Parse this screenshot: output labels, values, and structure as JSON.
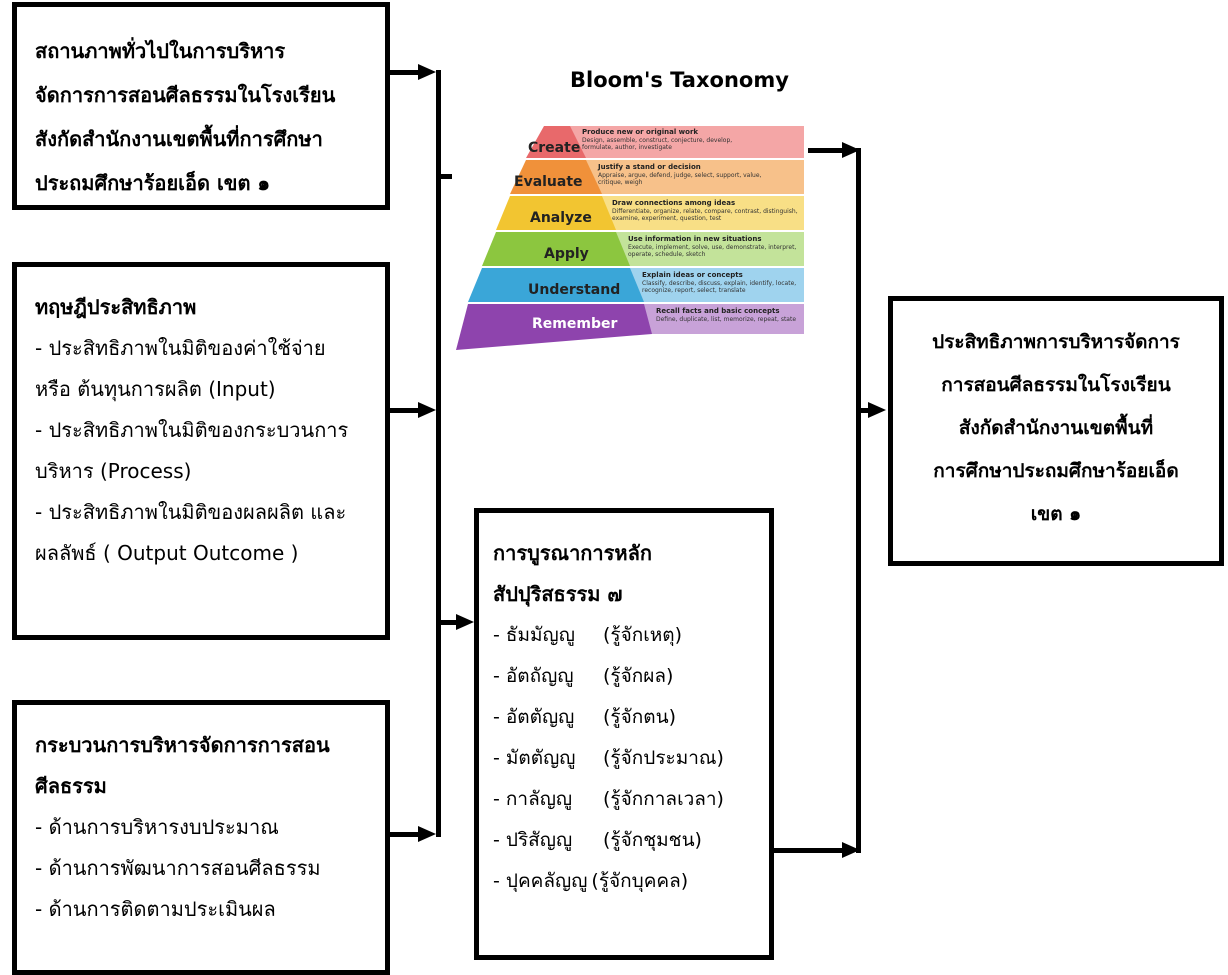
{
  "status_box": {
    "lines": [
      "สถานภาพทั่วไปในการบริหาร",
      "จัดการการสอนศีลธรรมในโรงเรียน",
      "สังกัดสำนักงานเขตพื้นที่การศึกษา",
      "ประถมศึกษาร้อยเอ็ด เขต ๑"
    ]
  },
  "efficiency_box": {
    "title": "ทฤษฎีประสิทธิภาพ",
    "lines": [
      "- ประสิทธิภาพในมิติของค่าใช้จ่าย",
      "หรือ ต้นทุนการผลิต (Input)",
      "- ประสิทธิภาพในมิติของกระบวนการ",
      "บริหาร (Process)",
      "- ประสิทธิภาพในมิติของผลผลิต และ",
      "ผลลัพธ์ ( Output Outcome )"
    ]
  },
  "process_box": {
    "title_lines": [
      "กระบวนการบริหารจัดการการสอน",
      "ศีลธรรม"
    ],
    "lines": [
      "- ด้านการบริหารงบประมาณ",
      "- ด้านการพัฒนาการสอนศีลธรรม",
      "- ด้านการติดตามประเมินผล"
    ]
  },
  "integration_box": {
    "title_lines": [
      "การบูรณาการหลัก",
      "สัปปุริสธรรม ๗"
    ],
    "items": [
      {
        "name": "- ธัมมัญญู",
        "meaning": "(รู้จักเหตุ)"
      },
      {
        "name": "- อัตถัญญู",
        "meaning": "(รู้จักผล)"
      },
      {
        "name": "- อัตตัญญู",
        "meaning": "(รู้จักตน)"
      },
      {
        "name": "- มัตตัญญู",
        "meaning": "(รู้จักประมาณ)"
      },
      {
        "name": "- กาลัญญู",
        "meaning": "(รู้จักกาลเวลา)"
      },
      {
        "name": "- ปริสัญญู",
        "meaning": "(รู้จักชุมชน)"
      },
      {
        "name": "- ปุคคลัญญู",
        "meaning": "(รู้จักบุคคล)"
      }
    ]
  },
  "outcome_box": {
    "lines": [
      "ประสิทธิภาพการบริหารจัดการ",
      "การสอนศีลธรรมในโรงเรียน",
      "สังกัดสำนักงานเขตพื้นที่",
      "การศึกษาประถมศึกษาร้อยเอ็ด",
      "เขต ๑"
    ]
  },
  "bloom": {
    "title": "Bloom's Taxonomy",
    "levels": [
      {
        "label": "Create",
        "color": "#e8696b",
        "band_color": "#f4a6a6",
        "head": "Produce new or original work",
        "desc": "Design, assemble, construct, conjecture, develop, formulate, author, investigate"
      },
      {
        "label": "Evaluate",
        "color": "#f0913a",
        "band_color": "#f7c18a",
        "head": "Justify a stand or decision",
        "desc": "Appraise, argue, defend, judge, select, support, value, critique, weigh"
      },
      {
        "label": "Analyze",
        "color": "#f2c531",
        "band_color": "#f8df86",
        "head": "Draw connections among ideas",
        "desc": "Differentiate, organize, relate, compare, contrast, distinguish, examine, experiment, question, test"
      },
      {
        "label": "Apply",
        "color": "#8cc63f",
        "band_color": "#c3e39a",
        "head": "Use information in new situations",
        "desc": "Execute, implement, solve, use, demonstrate, interpret, operate, schedule, sketch"
      },
      {
        "label": "Understand",
        "color": "#3aa6d8",
        "band_color": "#9fd3ee",
        "head": "Explain ideas or concepts",
        "desc": "Classify, describe, discuss, explain, identify, locate, recognize, report, select, translate"
      },
      {
        "label": "Remember",
        "color": "#8e44ad",
        "band_color": "#c8a2d8",
        "head": "Recall facts and basic concepts",
        "desc": "Define, duplicate, list, memorize, repeat, state"
      }
    ]
  }
}
